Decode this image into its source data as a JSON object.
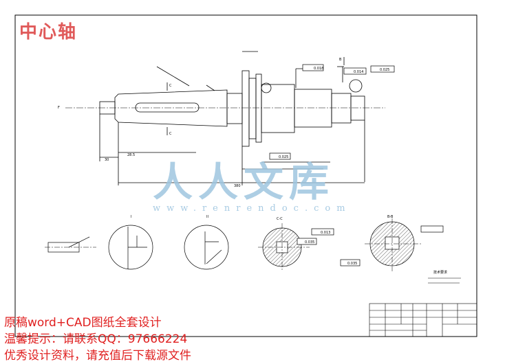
{
  "title": "中心轴",
  "promo": {
    "line1": "原稿word+CAD图纸全套设计",
    "line2": "温馨提示：请联系QQ：97666224",
    "line3": "优秀设计资料，请充值后下载源文件"
  },
  "watermark": {
    "logo": "人人文库",
    "url": "www.renrendoc.com"
  },
  "drawing": {
    "dims": {
      "total": "380",
      "left_stub": "30",
      "keyway": "28.5",
      "tol_a": "0.018",
      "tol_b": "0.014",
      "tol_c": "0.025",
      "tol_d": "0.025",
      "tol_e": "0.013",
      "tol_f": "0.035",
      "tol_g": "0.035"
    },
    "labels": {
      "section_cc": "C-C",
      "section_bb": "B-B",
      "detail_1": "I",
      "detail_2": "II",
      "note_title": "技术要求",
      "mark_c": "C",
      "mark_b": "B",
      "mark_f": "F"
    },
    "colors": {
      "line": "#000000",
      "hatch": "#000000",
      "frame": "#000000"
    }
  }
}
